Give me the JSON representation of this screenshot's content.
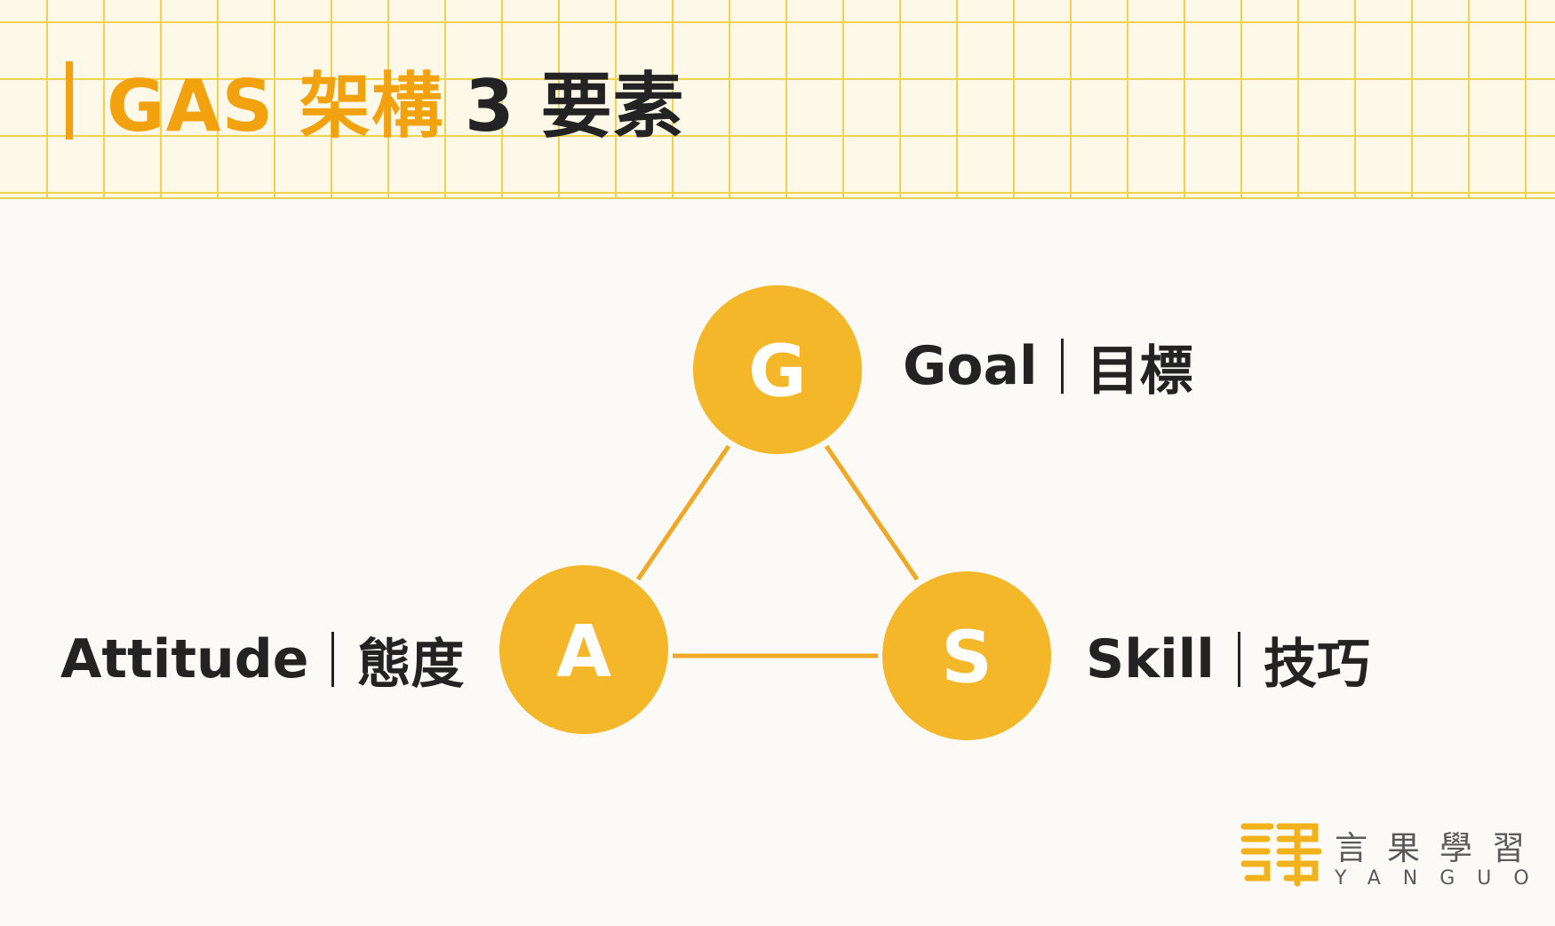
{
  "title": {
    "accent_text": "GAS 架構",
    "rest_text": "3 要素"
  },
  "nodes": [
    {
      "id": "G",
      "letter": "G",
      "label_en": "Goal",
      "label_zh": "目標"
    },
    {
      "id": "A",
      "letter": "A",
      "label_en": "Attitude",
      "label_zh": "態度"
    },
    {
      "id": "S",
      "letter": "S",
      "label_en": "Skill",
      "label_zh": "技巧"
    }
  ],
  "edges": [
    {
      "from": "G",
      "to": "A"
    },
    {
      "from": "G",
      "to": "S"
    },
    {
      "from": "A",
      "to": "S"
    }
  ],
  "logo": {
    "name": "言果學習",
    "latin": "YANGUO"
  },
  "colors": {
    "accent": "#f2a20f",
    "node_fill": "#f5b72a",
    "edge": "#f0a826",
    "grid": "#f0d24f",
    "text": "#232323"
  }
}
